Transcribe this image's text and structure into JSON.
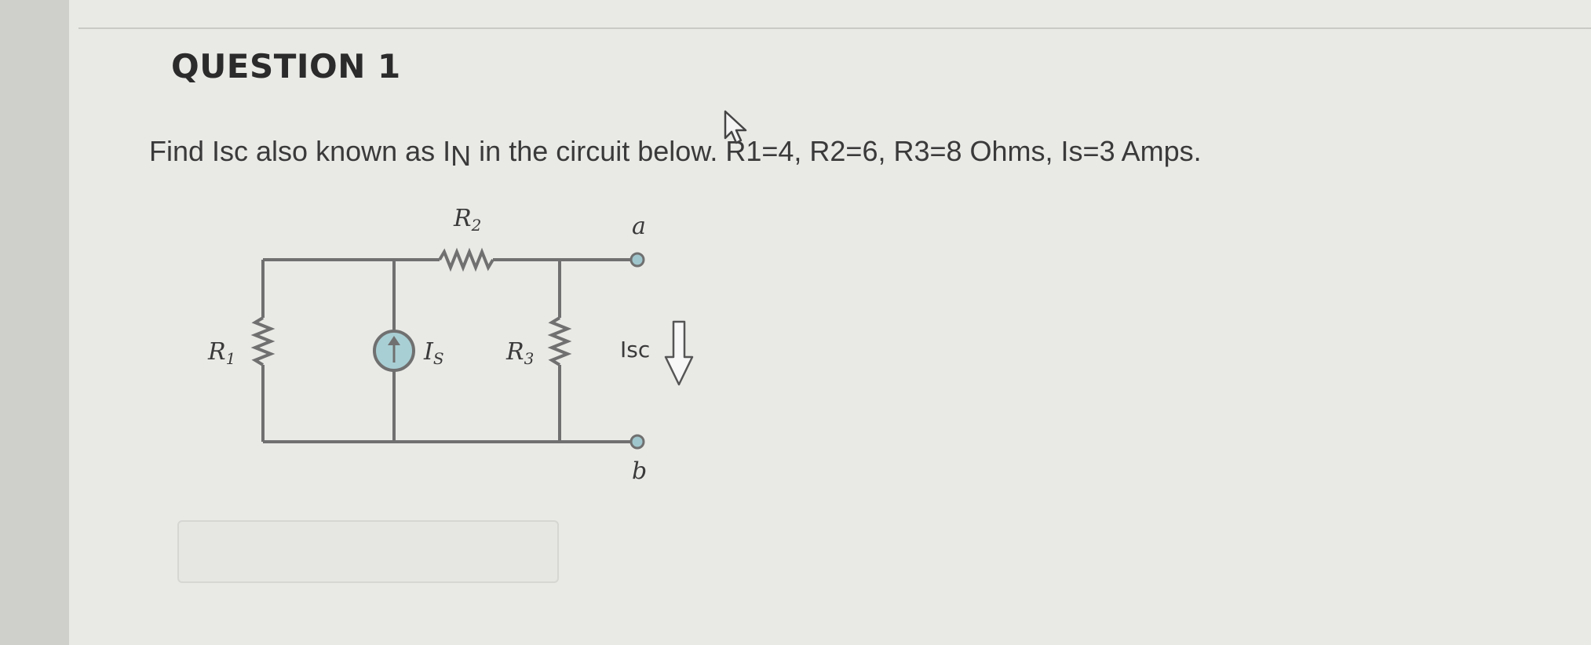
{
  "question": {
    "heading": "QUESTION 1",
    "text_before": "Find Isc also known as I",
    "text_sub": "N",
    "text_after": " in the circuit below.  R1=4, R2=6, R3=8 Ohms, Is=3 Amps."
  },
  "circuit": {
    "r1_label": "R",
    "r1_sub": "1",
    "r2_label": "R",
    "r2_sub": "2",
    "r3_label": "R",
    "r3_sub": "3",
    "is_label": "I",
    "is_sub": "S",
    "terminal_a": "a",
    "terminal_b": "b",
    "isc_label": "Isc"
  },
  "answer": {
    "value": ""
  },
  "colors": {
    "wire": "#707070",
    "source_fill": "#a8cfd4",
    "terminal_fill": "#9fc6cc"
  }
}
